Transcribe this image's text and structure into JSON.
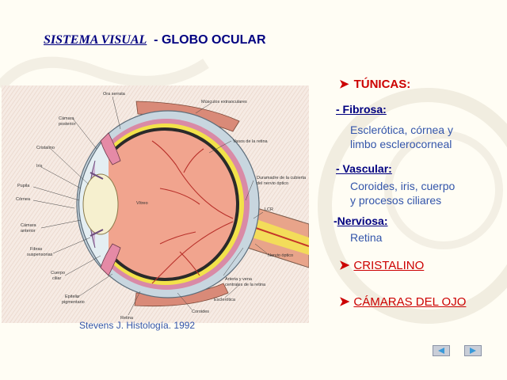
{
  "title": {
    "italic": "SISTEMA VISUAL",
    "main": "- GLOBO OCULAR"
  },
  "figure": {
    "caption": "Stevens J. Histología. 1992",
    "labels": {
      "ora_serrata": "Ora serrata",
      "musculos": "Músculos extraoculares",
      "camara_posterior_1": "Cámara",
      "camara_posterior_2": "posterior",
      "cristalino": "Cristalino",
      "iris": "Iris",
      "pupila": "Pupila",
      "cornea": "Córnea",
      "camara_anterior_1": "Cámara",
      "camara_anterior_2": "anterior",
      "fibras_1": "Fibras",
      "fibras_2": "suspensorias",
      "cuerpo_ciliar_1": "Cuerpo",
      "cuerpo_ciliar_2": "ciliar",
      "epitelio_1": "Epitelio",
      "epitelio_2": "pigmentario",
      "retina": "Retina",
      "coroides": "Coroides",
      "esclerotica": "Esclerótica",
      "arteria_1": "Arteria y vena",
      "arteria_2": "centrales de la retina",
      "nervio_optico": "Nervio óptico",
      "lcr": "LCR",
      "duramadre_1": "Duramadre de la cubierta",
      "duramadre_2": "del nervio óptico",
      "vasos": "Vasos de la retina",
      "vitreo": "Vítreo"
    }
  },
  "sections": {
    "tunicas": "TÚNICAS:",
    "fibrosa_label": "- Fibrosa:",
    "fibrosa_line1": "Esclerótica, córnea y",
    "fibrosa_line2": "limbo esclerocorneal",
    "vascular_label": "- Vascular:",
    "vascular_line1": "Coroides, iris, cuerpo",
    "vascular_line2": "y procesos ciliares",
    "nerviosa_dash": "-",
    "nerviosa_label": "Nerviosa:",
    "nerviosa_line1": "Retina",
    "cristalino_link": "CRISTALINO",
    "camaras_link": "CÁMARAS DEL OJO"
  },
  "colors": {
    "accent_red": "#cc0000",
    "navy": "#000080",
    "text_blue": "#3355aa"
  },
  "icons": {
    "bullet": "arrow-bullet-icon",
    "prev": "triangle-left-icon",
    "next": "triangle-right-icon"
  }
}
